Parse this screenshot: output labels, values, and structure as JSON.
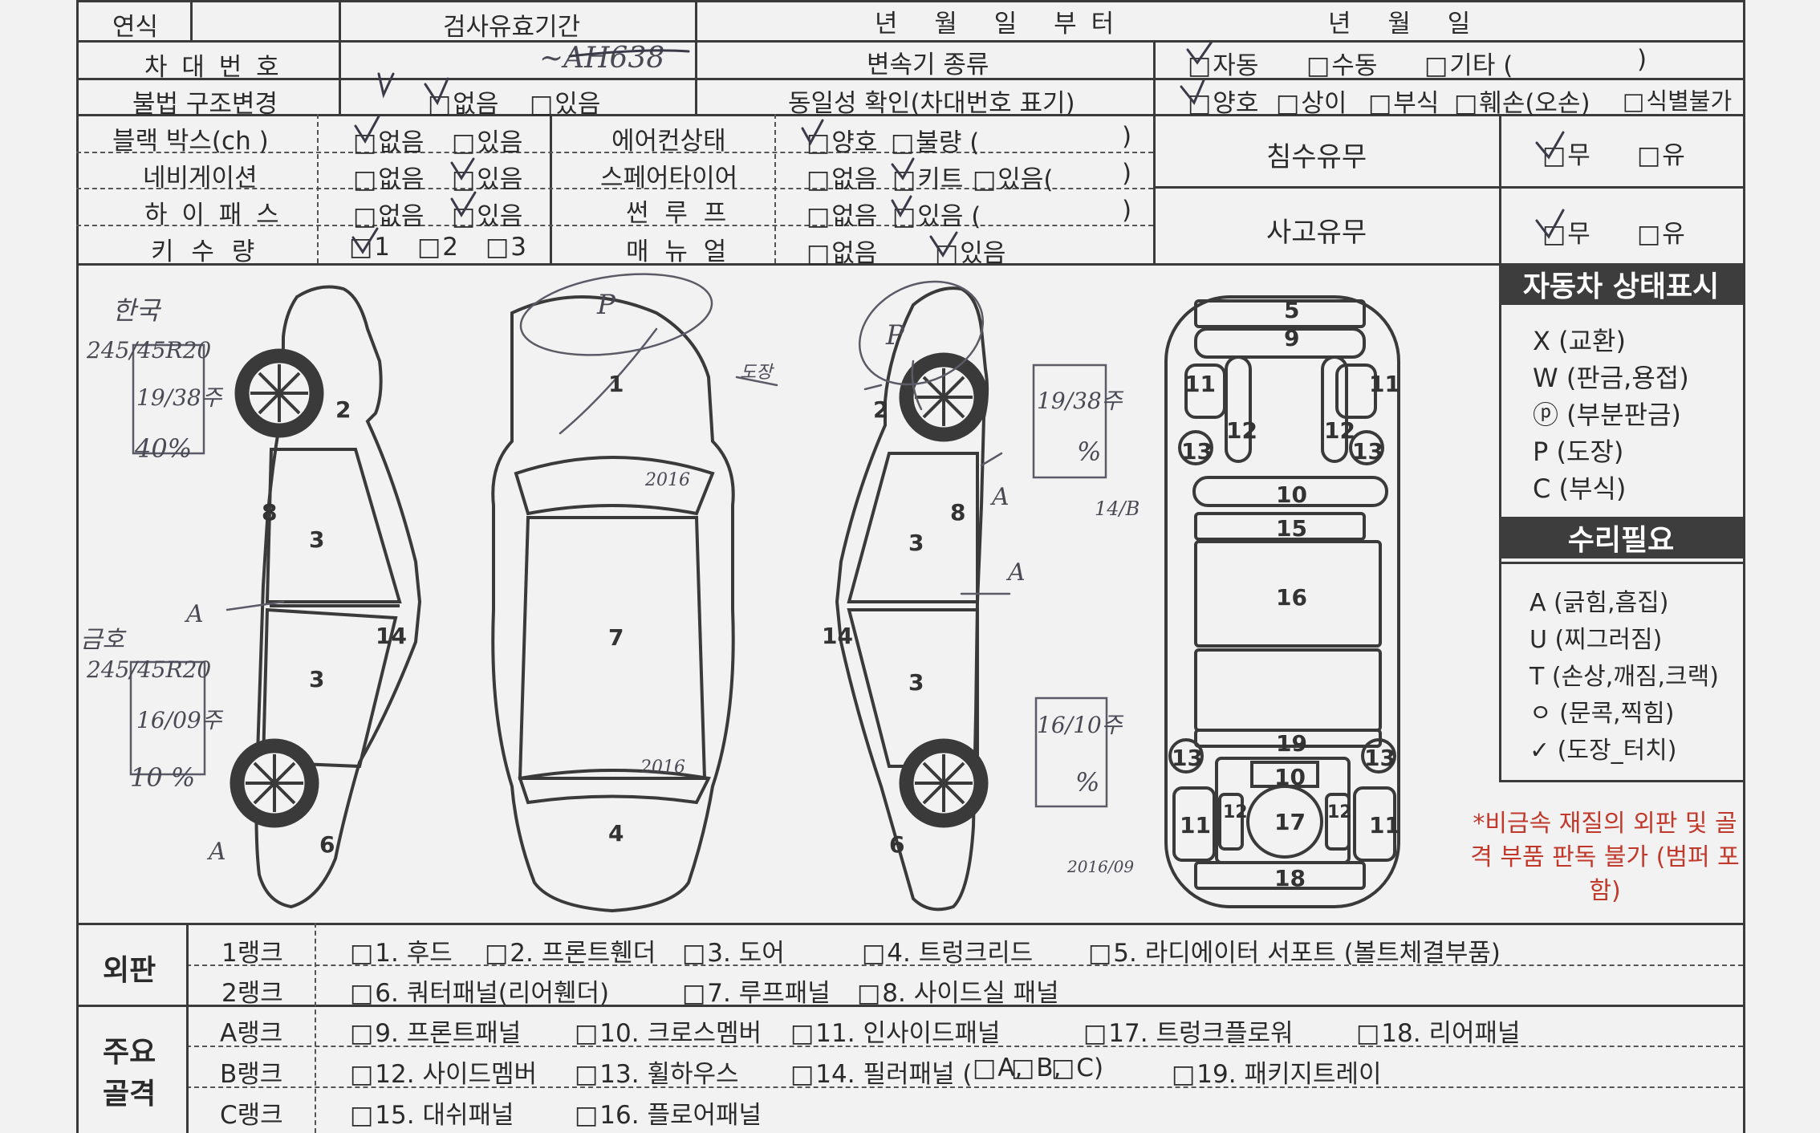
{
  "header": {
    "year_label": "연식",
    "valid_period_label": "검사유효기간",
    "date_from": "년   월   일 부터",
    "date_to": "년   월   일",
    "vin_label": "차 대 번 호",
    "vin_value": "~AH638",
    "trans_label": "변속기 종류",
    "trans_auto": "자동",
    "trans_manual": "수동",
    "trans_other": "기타 (",
    "trans_other_close": ")",
    "illegal_label": "불법 구조변경",
    "illegal_none": "없음",
    "illegal_yes": "있음",
    "identity_label": "동일성 확인(차대번호 표기)",
    "identity_good": "양호",
    "identity_diff": "상이",
    "identity_corrode": "부식",
    "identity_damage": "훼손(오손)",
    "identity_unknown": "식별불가"
  },
  "options": {
    "blackbox_label": "블랙 박스(ch     )",
    "navi_label": "네비게이션",
    "hipass_label": "하 이 패 스",
    "key_label": "키 수 량",
    "none": "없음",
    "yes": "있음",
    "key1": "1",
    "key2": "2",
    "key3": "3",
    "aircon_label": "에어컨상태",
    "aircon_good": "양호",
    "aircon_bad": "불량 (",
    "spare_label": "스페어타이어",
    "spare_kit": "키트",
    "spare_yes": "있음(",
    "sunroof_label": "썬 루 프",
    "sunroof_yes": "있음 (",
    "manual_label": "매 뉴 얼",
    "close_paren": ")",
    "flood_label": "침수유무",
    "accident_label": "사고유무",
    "no": "무",
    "yu": "유"
  },
  "legend": {
    "status_title": "자동차 상태표시",
    "status_items": [
      "X (교환)",
      "W (판금,용접)",
      "ⓟ (부분판금)",
      "P (도장)",
      "C (부식)"
    ],
    "repair_title": "수리필요",
    "repair_items": [
      "A (긁힘,흠집)",
      "U (찌그러짐)",
      "T (손상,깨짐,크랙)",
      "ㅇ (문콕,찍힘)",
      "✓ (도장_터치)"
    ],
    "note": "*비금속 재질의 외판 및 골격 부품 판독 불가 (범퍼 포함)"
  },
  "handwriting": {
    "front_tire": "한국",
    "front_tire_size": "245/45R20",
    "front_date": "19/38주",
    "front_percent": "40%",
    "rear_tire": "금호",
    "rear_tire_size": "245/45R20",
    "rear_date": "16/09주",
    "rear_percent": "10 %",
    "right_front_date": "19/38주",
    "right_front_percent": "%",
    "right_rear_date": "16/10주",
    "right_rear_percent": "%",
    "mark_a": "A",
    "mark_p": "P",
    "note_date1": "2016",
    "note_date2": "2016",
    "note_date3": "2016/09",
    "note_14": "14/B",
    "tag": "도장"
  },
  "bottom": {
    "exterior_label": "외판",
    "rank1_label": "1랭크",
    "rank1_items": [
      "1. 후드",
      "2. 프론트휀더",
      "3. 도어",
      "4. 트렁크리드",
      "5. 라디에이터 서포트 (볼트체결부품)"
    ],
    "rank2_label": "2랭크",
    "rank2_items": [
      "6. 쿼터패널(리어휀더)",
      "7. 루프패널",
      "8. 사이드실 패널"
    ],
    "frame_label_1": "주요",
    "frame_label_2": "골격",
    "a_label": "A랭크",
    "a_items": [
      "9. 프론트패널",
      "10. 크로스멤버",
      "11. 인사이드패널",
      "17. 트렁크플로워",
      "18. 리어패널"
    ],
    "b_label": "B랭크",
    "b_items": [
      "12. 사이드멤버",
      "13. 휠하우스",
      "14. 필러패널 (",
      "A,",
      "B,",
      "C)",
      "19. 패키지트레이"
    ],
    "c_label": "C랭크",
    "c_items": [
      "15. 대쉬패널",
      "16. 플로어패널"
    ]
  },
  "diagram_labels": {
    "n1": "1",
    "n2": "2",
    "n3": "3",
    "n4": "4",
    "n5": "5",
    "n6": "6",
    "n7": "7",
    "n8": "8",
    "n9": "9",
    "n10": "10",
    "n11": "11",
    "n12": "12",
    "n13": "13",
    "n14": "14",
    "n15": "15",
    "n16": "16",
    "n17": "17",
    "n18": "18",
    "n19": "19"
  }
}
